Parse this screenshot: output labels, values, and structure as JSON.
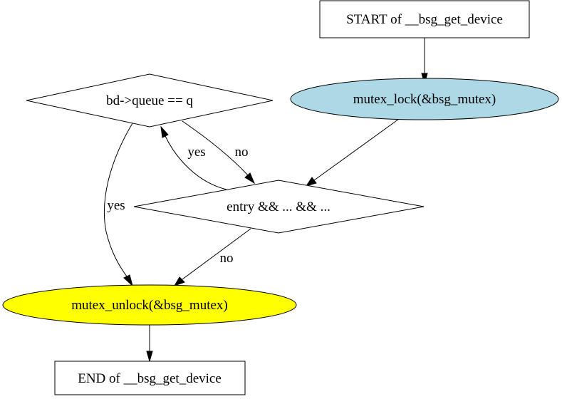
{
  "diagram": {
    "colors": {
      "background": "#ffffff",
      "stroke": "#000000",
      "lock_fill": "#add8e6",
      "unlock_fill": "#ffff00",
      "default_fill": "#ffffff"
    },
    "nodes": {
      "start": {
        "label": "START of __bsg_get_device",
        "shape": "box"
      },
      "lock": {
        "label": "mutex_lock(&bsg_mutex)",
        "shape": "ellipse"
      },
      "cond_queue": {
        "label": "bd->queue == q",
        "shape": "diamond"
      },
      "cond_entry": {
        "label": "entry && ... && ...",
        "shape": "diamond"
      },
      "unlock": {
        "label": "mutex_unlock(&bsg_mutex)",
        "shape": "ellipse"
      },
      "end": {
        "label": "END of __bsg_get_device",
        "shape": "box"
      }
    },
    "edges": {
      "start_to_lock": {
        "from": "start",
        "to": "lock",
        "label": ""
      },
      "lock_to_entry": {
        "from": "lock",
        "to": "cond_entry",
        "label": ""
      },
      "queue_to_entry": {
        "from": "cond_queue",
        "to": "cond_entry",
        "label": "no"
      },
      "entry_to_queue": {
        "from": "cond_entry",
        "to": "cond_queue",
        "label": "yes"
      },
      "queue_to_unlock": {
        "from": "cond_queue",
        "to": "unlock",
        "label": "yes"
      },
      "entry_to_unlock": {
        "from": "cond_entry",
        "to": "unlock",
        "label": "no"
      },
      "unlock_to_end": {
        "from": "unlock",
        "to": "end",
        "label": ""
      }
    }
  }
}
